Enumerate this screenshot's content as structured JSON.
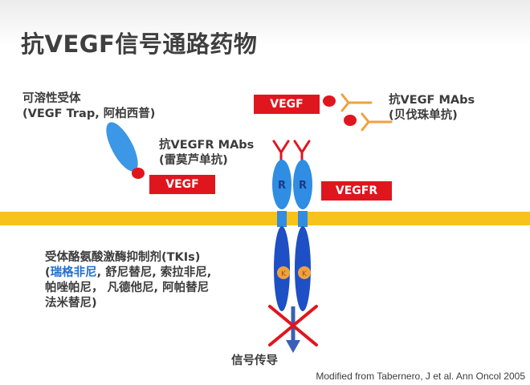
{
  "title": "抗VEGF信号通路药物",
  "soluble_receptor": {
    "line1": "可溶性受体",
    "line2": "(VEGF Trap, 阿柏西普)"
  },
  "vegfr_mabs": {
    "line1": "抗VEGFR MAbs",
    "line2": "(雷莫芦单抗)"
  },
  "vegf_mabs": {
    "line1": "抗VEGF MAbs",
    "line2": "(贝伐珠单抗)"
  },
  "boxes": {
    "vegf_left": "VEGF",
    "vegf_top": "VEGF",
    "vegfr": "VEGFR"
  },
  "receptor": {
    "r_left": "R",
    "r_right": "R",
    "k_left": "K",
    "k_right": "K"
  },
  "tki": {
    "line1": "受体酪氨酸激酶抑制剂(TKIs)",
    "line2_open": "(",
    "line2_highlight": "瑞格非尼",
    "line2_rest": ", 舒尼替尼, 索拉非尼,",
    "line3": "帕唑帕尼， 凡德他尼, 阿帕替尼",
    "line4": "法米替尼)"
  },
  "signal": "信号传导",
  "citation": "Modified from Tabernero, J et al. Ann Oncol 2005",
  "colors": {
    "red": "#e0161e",
    "blue_receptor": "#2f8de4",
    "dark_blue_kinase": "#1e4fc4",
    "membrane": "#f7c31b",
    "antibody_orange": "#f2a03d",
    "soluble_blue": "#3c97e6",
    "arrow_blue": "#3a5fb5"
  }
}
